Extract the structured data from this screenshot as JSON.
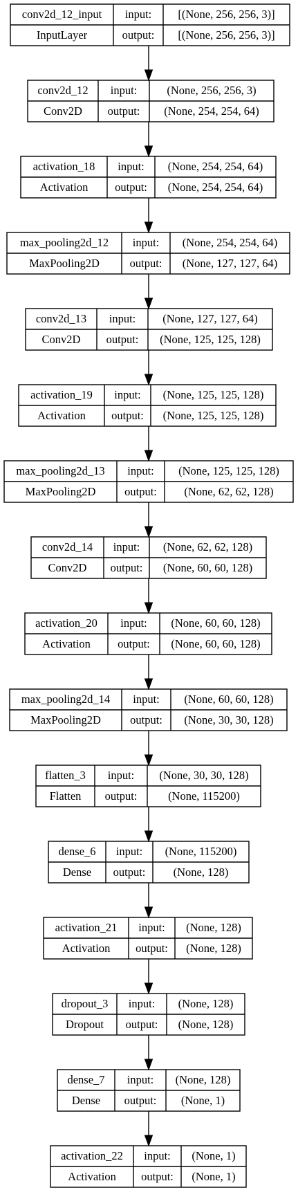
{
  "nodes": [
    {
      "name": "conv2d_12_input",
      "type": "InputLayer",
      "input_label": "input:",
      "output_label": "output:",
      "input_shape": "[(None, 256, 256, 3)]",
      "output_shape": "[(None, 256, 256, 3)]"
    },
    {
      "name": "conv2d_12",
      "type": "Conv2D",
      "input_label": "input:",
      "output_label": "output:",
      "input_shape": "(None, 256, 256, 3)",
      "output_shape": "(None, 254, 254, 64)"
    },
    {
      "name": "activation_18",
      "type": "Activation",
      "input_label": "input:",
      "output_label": "output:",
      "input_shape": "(None, 254, 254, 64)",
      "output_shape": "(None, 254, 254, 64)"
    },
    {
      "name": "max_pooling2d_12",
      "type": "MaxPooling2D",
      "input_label": "input:",
      "output_label": "output:",
      "input_shape": "(None, 254, 254, 64)",
      "output_shape": "(None, 127, 127, 64)"
    },
    {
      "name": "conv2d_13",
      "type": "Conv2D",
      "input_label": "input:",
      "output_label": "output:",
      "input_shape": "(None, 127, 127, 64)",
      "output_shape": "(None, 125, 125, 128)"
    },
    {
      "name": "activation_19",
      "type": "Activation",
      "input_label": "input:",
      "output_label": "output:",
      "input_shape": "(None, 125, 125, 128)",
      "output_shape": "(None, 125, 125, 128)"
    },
    {
      "name": "max_pooling2d_13",
      "type": "MaxPooling2D",
      "input_label": "input:",
      "output_label": "output:",
      "input_shape": "(None, 125, 125, 128)",
      "output_shape": "(None, 62, 62, 128)"
    },
    {
      "name": "conv2d_14",
      "type": "Conv2D",
      "input_label": "input:",
      "output_label": "output:",
      "input_shape": "(None, 62, 62, 128)",
      "output_shape": "(None, 60, 60, 128)"
    },
    {
      "name": "activation_20",
      "type": "Activation",
      "input_label": "input:",
      "output_label": "output:",
      "input_shape": "(None, 60, 60, 128)",
      "output_shape": "(None, 60, 60, 128)"
    },
    {
      "name": "max_pooling2d_14",
      "type": "MaxPooling2D",
      "input_label": "input:",
      "output_label": "output:",
      "input_shape": "(None, 60, 60, 128)",
      "output_shape": "(None, 30, 30, 128)"
    },
    {
      "name": "flatten_3",
      "type": "Flatten",
      "input_label": "input:",
      "output_label": "output:",
      "input_shape": "(None, 30, 30, 128)",
      "output_shape": "(None, 115200)"
    },
    {
      "name": "dense_6",
      "type": "Dense",
      "input_label": "input:",
      "output_label": "output:",
      "input_shape": "(None, 115200)",
      "output_shape": "(None, 128)"
    },
    {
      "name": "activation_21",
      "type": "Activation",
      "input_label": "input:",
      "output_label": "output:",
      "input_shape": "(None, 128)",
      "output_shape": "(None, 128)"
    },
    {
      "name": "dropout_3",
      "type": "Dropout",
      "input_label": "input:",
      "output_label": "output:",
      "input_shape": "(None, 128)",
      "output_shape": "(None, 128)"
    },
    {
      "name": "dense_7",
      "type": "Dense",
      "input_label": "input:",
      "output_label": "output:",
      "input_shape": "(None, 128)",
      "output_shape": "(None, 1)"
    },
    {
      "name": "activation_22",
      "type": "Activation",
      "input_label": "input:",
      "output_label": "output:",
      "input_shape": "(None, 1)",
      "output_shape": "(None, 1)"
    }
  ]
}
